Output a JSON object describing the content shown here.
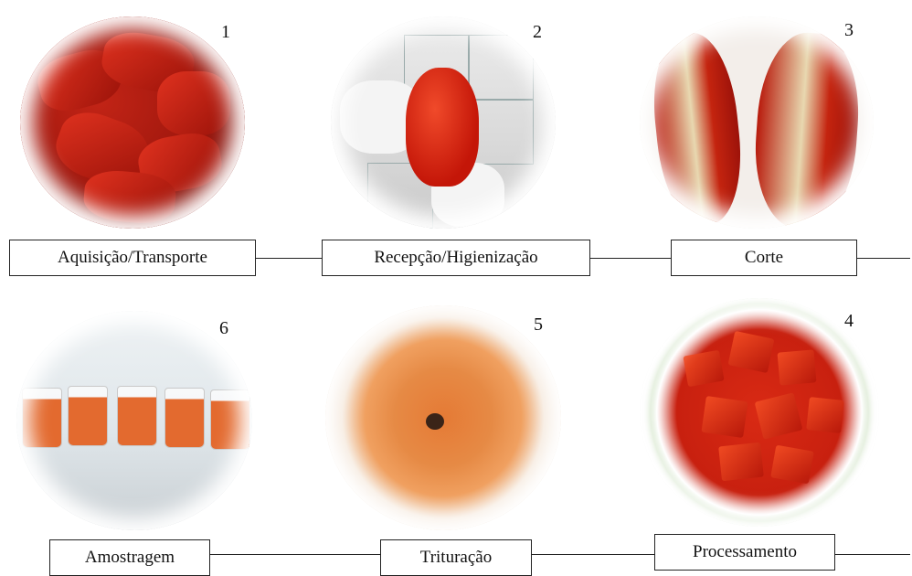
{
  "steps": [
    {
      "number": "1",
      "label": "Aquisição/Transporte"
    },
    {
      "number": "2",
      "label": "Recepção/Higienização"
    },
    {
      "number": "3",
      "label": "Corte"
    },
    {
      "number": "4",
      "label": "Processamento"
    },
    {
      "number": "5",
      "label": "Trituração"
    },
    {
      "number": "6",
      "label": "Amostragem"
    }
  ],
  "colors": {
    "pepper_red": "#c22416",
    "puree_orange": "#e57a35",
    "line": "#222222"
  }
}
